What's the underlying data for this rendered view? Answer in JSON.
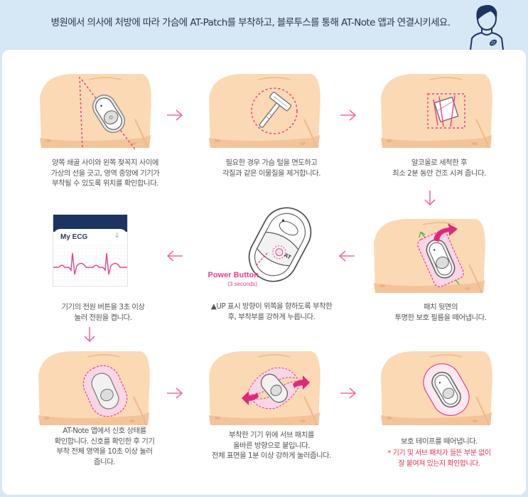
{
  "header": {
    "instruction": "병원에서 의사에 처방에 따라 가슴에 AT-Patch를 부착하고, 블루투스를 통해 AT-Note 앱과 연결시키세요.",
    "icon": "person-with-patch-icon"
  },
  "colors": {
    "header_bg": "#d6e7f5",
    "panel_bg": "#ffffff",
    "skin": "#fbd9b4",
    "skin_shadow": "#f3c49a",
    "accent_pink": "#e93e8d",
    "arrow_pink": "#f06aa8",
    "note_red": "#e6334f",
    "navy": "#1d3461",
    "ecg_green": "#4caf50"
  },
  "steps": [
    {
      "id": 1,
      "icon": "chest-location-lines-icon",
      "lines": [
        "양쪽 쇄골 사이와 왼쪽 젖꼭지 사이에",
        "가상의 선을 긋고, 영역 중앙에 기기가",
        "부착될 수 있도록 위치를 확인합니다."
      ]
    },
    {
      "id": 2,
      "icon": "razor-icon",
      "lines": [
        "필요한 경우 가슴 털을 면도하고",
        "각질과 같은 이물질을 제거합니다."
      ]
    },
    {
      "id": 3,
      "icon": "alcohol-swab-icon",
      "lines": [
        "알코올로 세척한 후",
        "최소 2분 동안 건조 시켜 줍니다."
      ]
    },
    {
      "id": 4,
      "icon": "peel-film-icon",
      "lines": [
        "패치 뒷면의",
        "투명한 보호 필름을 떼어냅니다."
      ]
    },
    {
      "id": 5,
      "icon": "press-device-icon",
      "power_button_label": "Power Button",
      "power_button_sub": "(3 seconds)",
      "lines": [
        "▲UP 표시 방향이 위쪽을 향하도록 부착한",
        "후, 부착부를 강하게 누릅니다."
      ]
    },
    {
      "id": 6,
      "icon": "my-ecg-app-icon",
      "app_title": "My ECG",
      "lines": [
        "기기의 전원 버튼을 3초 이상",
        "눌러 전원을 켭니다."
      ]
    },
    {
      "id": 7,
      "icon": "press-whole-area-icon",
      "lines": [
        "AT-Note 앱에서 신호 상태를",
        "확인합니다. 신호를 확인한 후 기기",
        "부착 전체 영역을 10초 이상 눌러",
        "줍니다."
      ]
    },
    {
      "id": 8,
      "icon": "sub-patch-icon",
      "lines": [
        "부착한 기기 위에 서브 패치를",
        "올바른 방향으로 붙입니다.",
        "전체 표면을 1분 이상 강하게 눌러줍니다."
      ]
    },
    {
      "id": 9,
      "icon": "remove-tape-icon",
      "lines": [
        "보호 테이프를 떼어냅니다."
      ],
      "note_lines": [
        "* 기기 및 서브 패치가 들뜬 부분 없이",
        "잘 붙여져 있는지 확인합니다."
      ]
    }
  ],
  "arrows": [
    "right",
    "right",
    "down",
    "left",
    "left",
    "down",
    "right",
    "right"
  ]
}
